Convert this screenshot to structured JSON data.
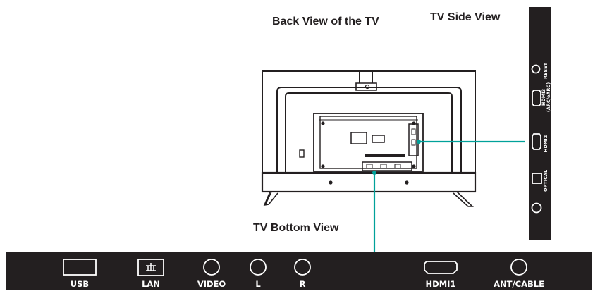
{
  "titles": {
    "back": "Back View of the TV",
    "side": "TV Side View",
    "bottom": "TV Bottom View"
  },
  "bottom_ports": [
    {
      "label": "USB",
      "icon": "usb-port-icon"
    },
    {
      "label": "LAN",
      "icon": "lan-port-icon"
    },
    {
      "label": "VIDEO",
      "icon": "video-jack-icon"
    },
    {
      "label": "L",
      "icon": "audio-left-jack-icon"
    },
    {
      "label": "R",
      "icon": "audio-right-jack-icon"
    },
    {
      "label": "HDMI1",
      "icon": "hdmi-port-icon"
    },
    {
      "label": "ANT/CABLE",
      "icon": "coax-jack-icon"
    }
  ],
  "side_ports": [
    {
      "label": "RESET",
      "icon": "reset-button-icon"
    },
    {
      "label": "HDMI3 (ARC/eARC)",
      "icon": "hdmi-port-icon"
    },
    {
      "label": "HDMI2",
      "icon": "hdmi-port-icon"
    },
    {
      "label": "OPTICAL",
      "icon": "optical-port-icon"
    },
    {
      "label": "",
      "icon": "headphone-jack-icon"
    }
  ],
  "colors": {
    "panel": "#231f20",
    "leader_line": "#00a19a",
    "line_art": "#231f20"
  }
}
